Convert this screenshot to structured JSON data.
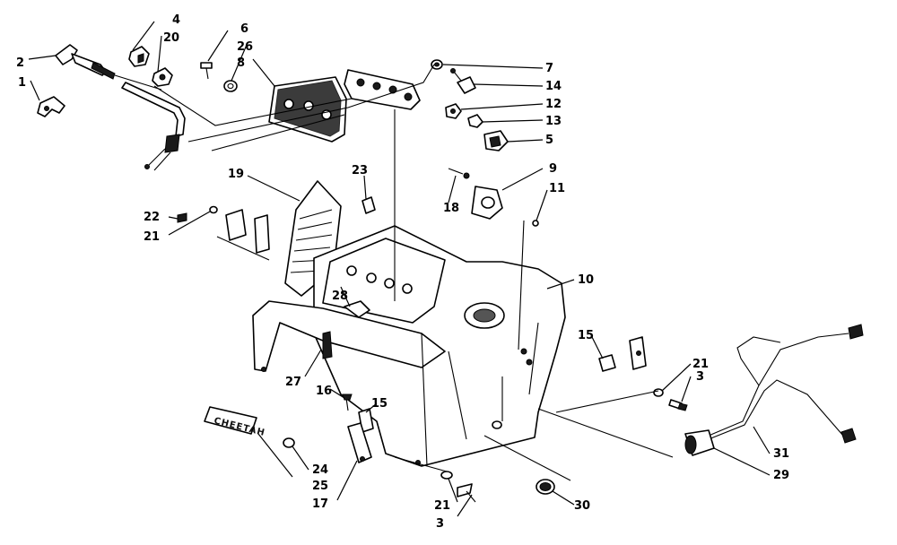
{
  "diagram": {
    "callouts": [
      "1",
      "2",
      "4",
      "20",
      "6",
      "26",
      "8",
      "7",
      "14",
      "12",
      "13",
      "5",
      "19",
      "23",
      "9",
      "11",
      "22",
      "21",
      "18",
      "10",
      "28",
      "15",
      "21",
      "3",
      "27",
      "16",
      "15",
      "24",
      "25",
      "17",
      "21",
      "3",
      "30",
      "31",
      "29"
    ],
    "brand_label": "CHEETAH"
  }
}
